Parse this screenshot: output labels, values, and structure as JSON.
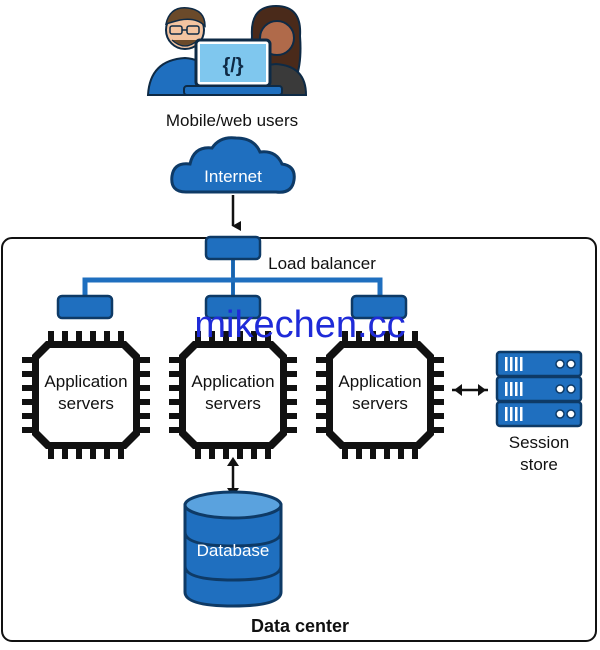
{
  "users": {
    "label": "Mobile/web users",
    "code_glyph": "{/}"
  },
  "internet": {
    "label": "Internet"
  },
  "load_balancer": {
    "label": "Load balancer"
  },
  "servers": [
    {
      "line1": "Application",
      "line2": "servers"
    },
    {
      "line1": "Application",
      "line2": "servers"
    },
    {
      "line1": "Application",
      "line2": "servers"
    }
  ],
  "session_store": {
    "line1": "Session",
    "line2": "store"
  },
  "database": {
    "label": "Database"
  },
  "data_center": {
    "label": "Data center"
  },
  "watermark": {
    "text": "mikechen.cc"
  },
  "colors": {
    "accent_blue": "#1f6fbf",
    "dark_blue": "#0e3a66",
    "chip_black": "#111111",
    "skin": "#f3c4a1",
    "watermark": "#1f2bd8"
  }
}
